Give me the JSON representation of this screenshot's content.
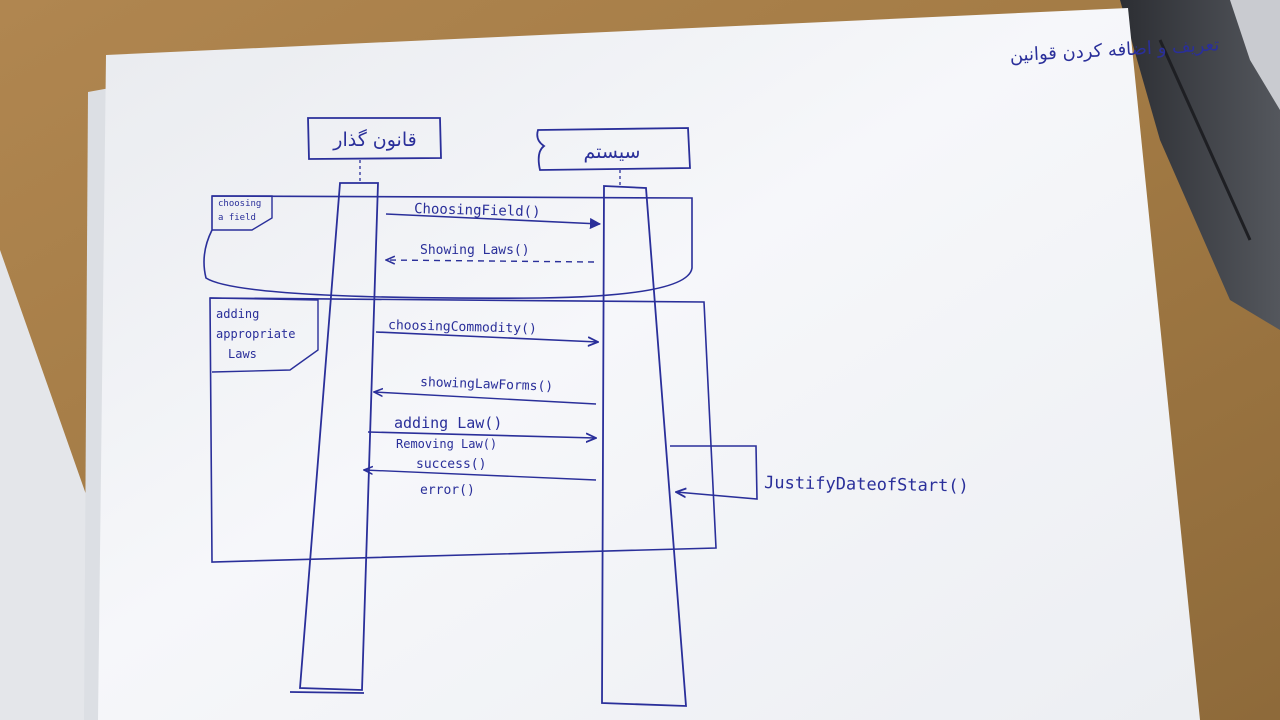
{
  "page": {
    "title": "تعریف و اضافه کردن قوانین"
  },
  "participants": [
    {
      "id": "lawmaker",
      "label": "قانون گذار"
    },
    {
      "id": "system",
      "label": "سیستم"
    }
  ],
  "fragments": [
    {
      "id": "choosing-field",
      "label_lines": [
        "choosing",
        "a field"
      ]
    },
    {
      "id": "adding-laws",
      "label_lines": [
        "adding",
        "appropriate",
        "Laws"
      ]
    }
  ],
  "messages": [
    {
      "id": "choosing-field",
      "label": "ChoosingField()",
      "direction": "request"
    },
    {
      "id": "showing-laws",
      "label": "Showing Laws()",
      "direction": "return"
    },
    {
      "id": "choosing-commodity",
      "label": "choosingCommodity()",
      "direction": "request"
    },
    {
      "id": "showing-law-forms",
      "label": "showingLawForms()",
      "direction": "return"
    },
    {
      "id": "adding-law",
      "label": "adding Law()",
      "direction": "request"
    },
    {
      "id": "removing-law",
      "label": "Removing Law()",
      "direction": "request"
    },
    {
      "id": "success",
      "label": "success()",
      "direction": "return"
    },
    {
      "id": "error",
      "label": "error()",
      "direction": "return"
    },
    {
      "id": "justify-date",
      "label": "JustifyDateofStart()",
      "direction": "self"
    }
  ],
  "colors": {
    "ink": "#2a2f9a",
    "ink_light": "#5e64b8",
    "paper": "#f4f5f8",
    "paper_shadow": "#d7d9de",
    "table": "#a07a45",
    "device": "#3b3d42"
  }
}
